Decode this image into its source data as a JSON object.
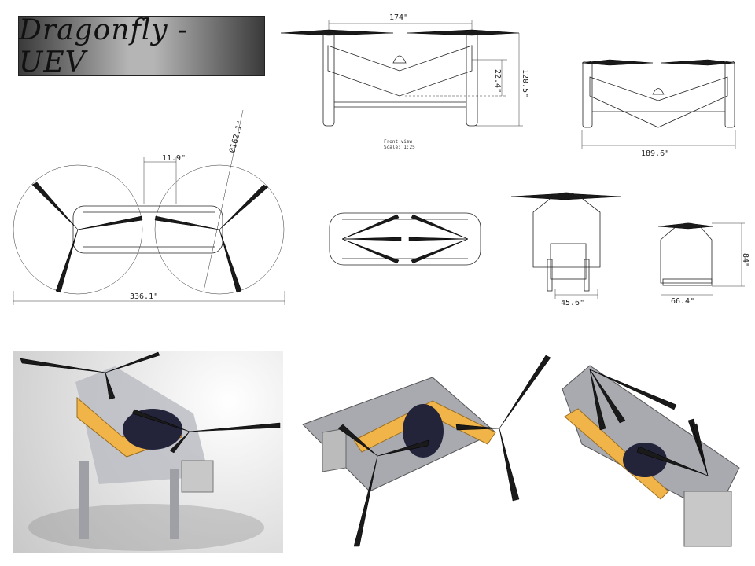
{
  "title": "Dragonfly - UEV",
  "front_view": {
    "width_label": "174\"",
    "height_label": "120.5\"",
    "tilt_label": "22.4\"",
    "note_line1": "Front view",
    "note_line2": "Scale:  1:25"
  },
  "side_front_view": {
    "width_label": "189.6\""
  },
  "top_view": {
    "gap_label": "11.9\"",
    "rotor_diameter_label": "Ø162.1\"",
    "overall_width_label": "336.1\""
  },
  "small_front": {
    "width_label": "45.6\""
  },
  "small_side": {
    "width_label": "66.4\"",
    "height_label": "84\""
  },
  "colors": {
    "accent_orange": "#f0b449",
    "body_gray": "#a8aab0",
    "blade_black": "#111111",
    "seat_dark": "#23233a"
  }
}
